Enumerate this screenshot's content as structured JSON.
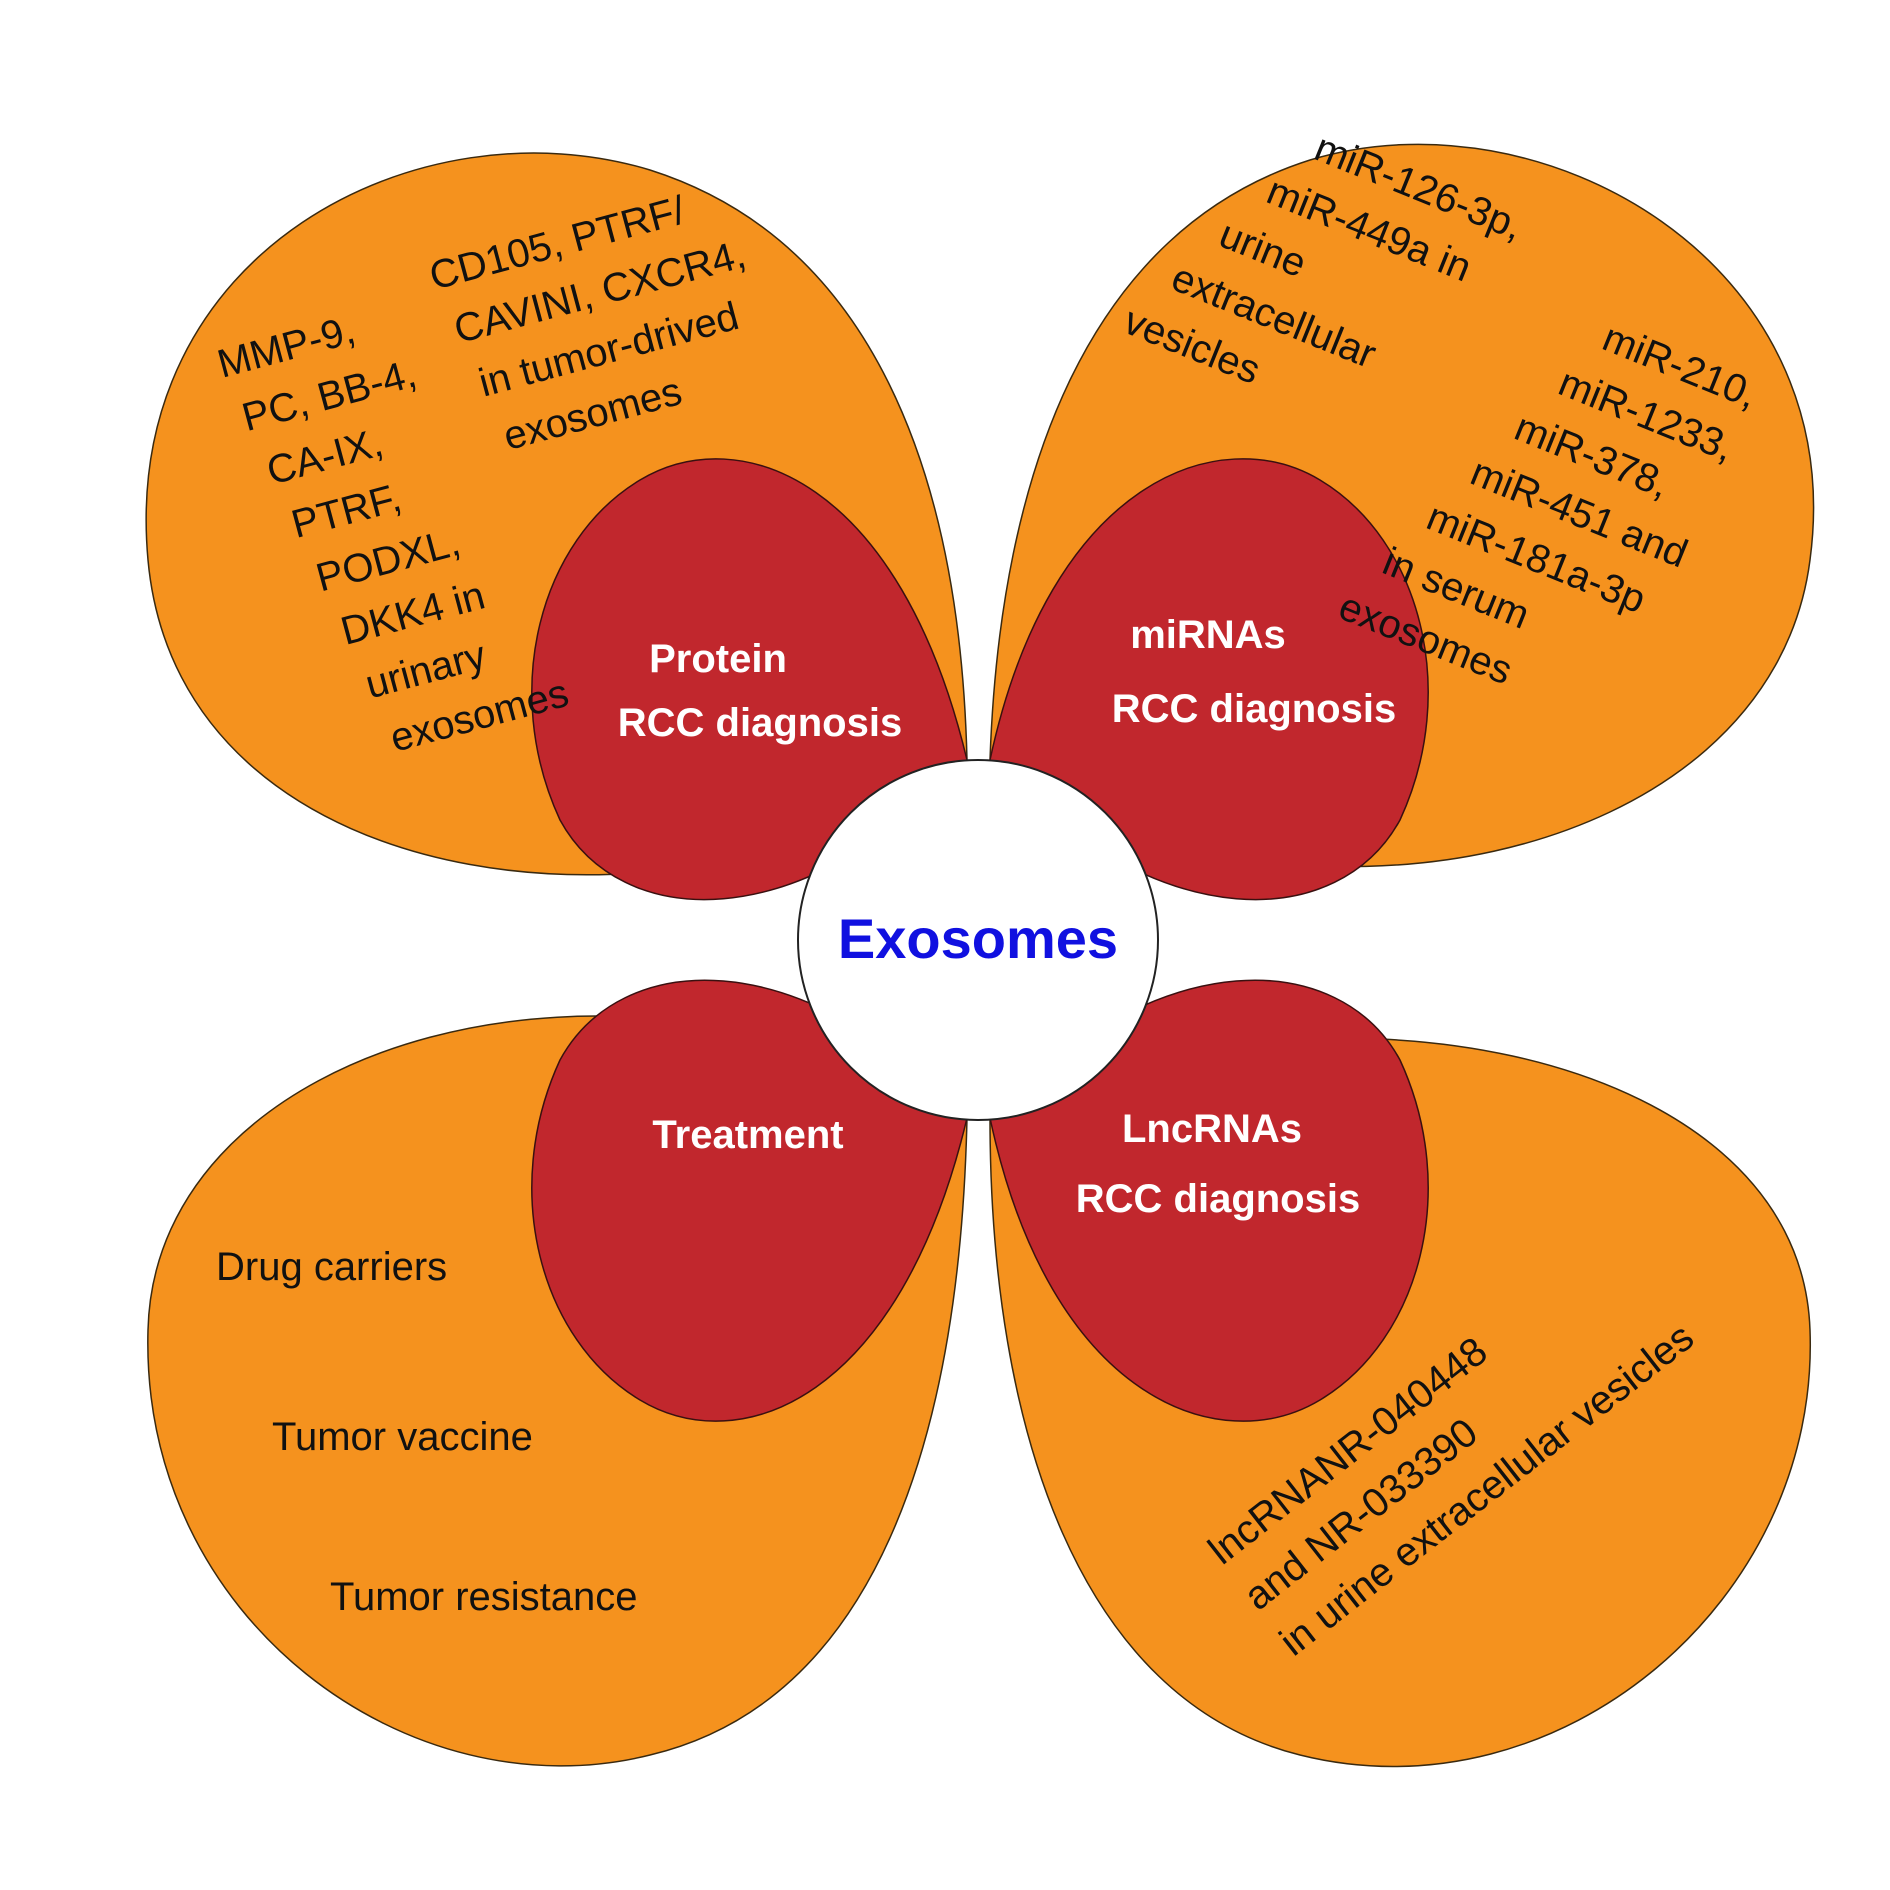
{
  "center": {
    "title": "Exosomes"
  },
  "colors": {
    "petal": "#F5921E",
    "inner": "#C1272D",
    "center_text": "#1010E0"
  },
  "petals": {
    "protein": {
      "inner_label_1": "Protein",
      "inner_label_2": "RCC diagnosis",
      "list_a": [
        "MMP-9,",
        "PC, BB-4,",
        "CA-IX,",
        "PTRF,",
        "PODXL,",
        "DKK4 in",
        "urinary",
        "exosomes"
      ],
      "list_b": [
        "CD105, PTRF/",
        "CAVINI, CXCR4,",
        "in tumor-drived",
        "exosomes"
      ]
    },
    "mirnas": {
      "inner_label_1": "miRNAs",
      "inner_label_2": "RCC diagnosis",
      "list_a": [
        "miR-126-3p,",
        "miR-449a in",
        "urine",
        "extracellular",
        "vesicles"
      ],
      "list_b": [
        "miR-210,",
        "miR-1233,",
        "miR-378,",
        "miR-451 and",
        "miR-181a-3p",
        "in serum",
        "exosomes"
      ]
    },
    "treatment": {
      "inner_label_1": "Treatment",
      "items": [
        "Drug carriers",
        "Tumor vaccine",
        "Tumor resistance"
      ]
    },
    "lncrnas": {
      "inner_label_1": "LncRNAs",
      "inner_label_2": "RCC diagnosis",
      "list_a": [
        "lncRNANR-040448",
        "and NR-033390",
        "in urine extracellular vesicles"
      ]
    }
  }
}
